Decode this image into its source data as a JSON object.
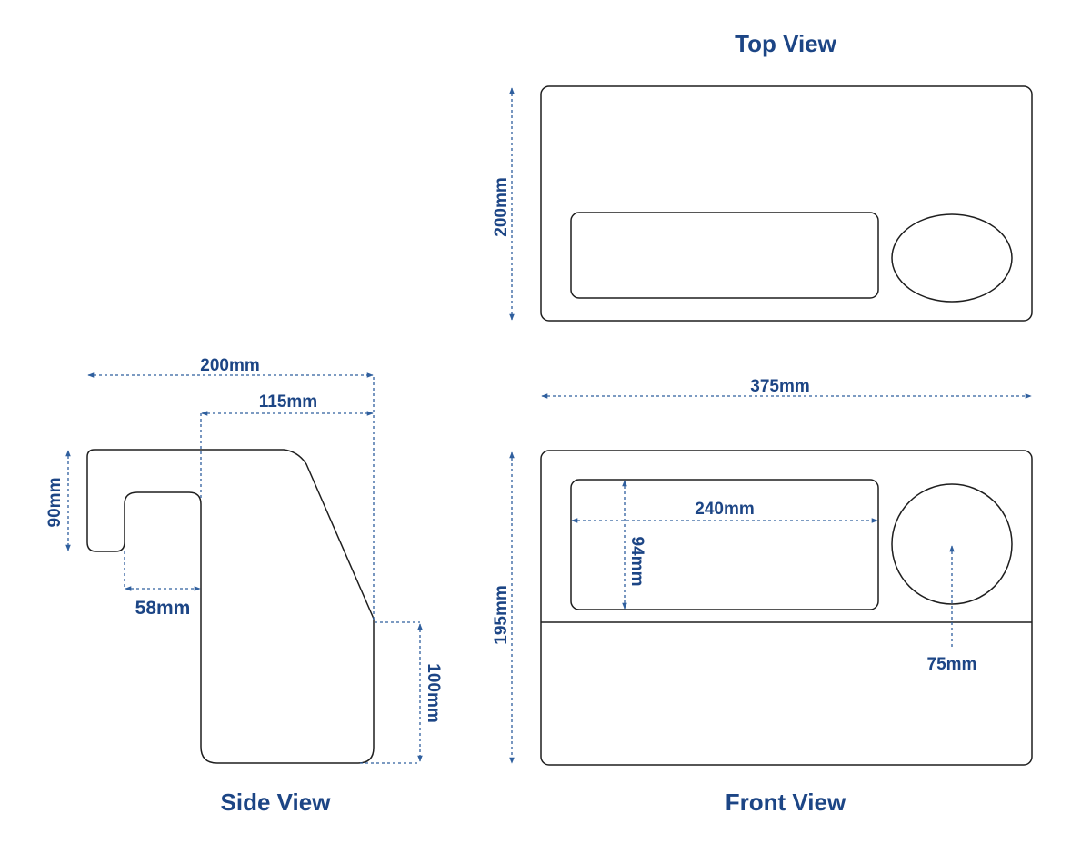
{
  "colors": {
    "dimension": "#1c4585",
    "outline": "#1e1e1e",
    "background": "#ffffff"
  },
  "views": {
    "top": {
      "title": "Top View",
      "height_label": "200mm"
    },
    "side": {
      "title": "Side View",
      "width_label": "200mm",
      "inner_width_label": "115mm",
      "hook_height_label": "90mm",
      "hook_gap_label": "58mm",
      "lower_height_label": "100mm"
    },
    "front": {
      "title": "Front View",
      "width_label": "375mm",
      "height_label": "195mm",
      "slot_width_label": "240mm",
      "slot_height_label": "94mm",
      "circle_label": "75mm"
    }
  }
}
